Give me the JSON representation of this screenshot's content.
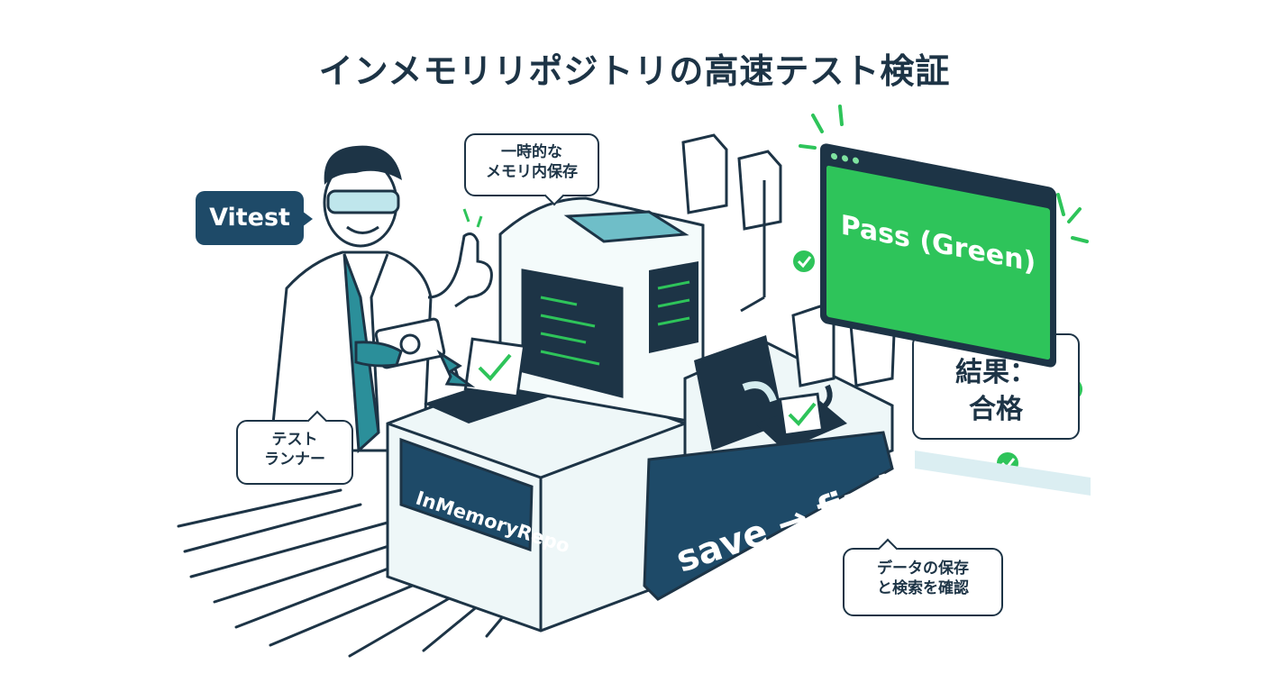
{
  "title": "インメモリリポジトリの高速テスト検証",
  "labels": {
    "vitest": "Vitest",
    "memory_line1": "一時的な",
    "memory_line2": "メモリ内保存",
    "runner_line1": "テスト",
    "runner_line2": "ランナー",
    "repo": "InMemoryRepo",
    "save_find": "save → find",
    "pass": "Pass (Green)",
    "result_line1": "結果：",
    "result_line2": "合格",
    "confirm_line1": "データの保存",
    "confirm_line2": "と検索を確認"
  },
  "colors": {
    "navy": "#1d3446",
    "teal": "#2b8f9a",
    "pale_teal": "#d4ecef",
    "green": "#2ec45a"
  },
  "icons": [
    "scientist",
    "goggles",
    "thumbs-up",
    "gear-icon",
    "check-icon",
    "document-icon",
    "code-icon",
    "arrow-icon"
  ]
}
